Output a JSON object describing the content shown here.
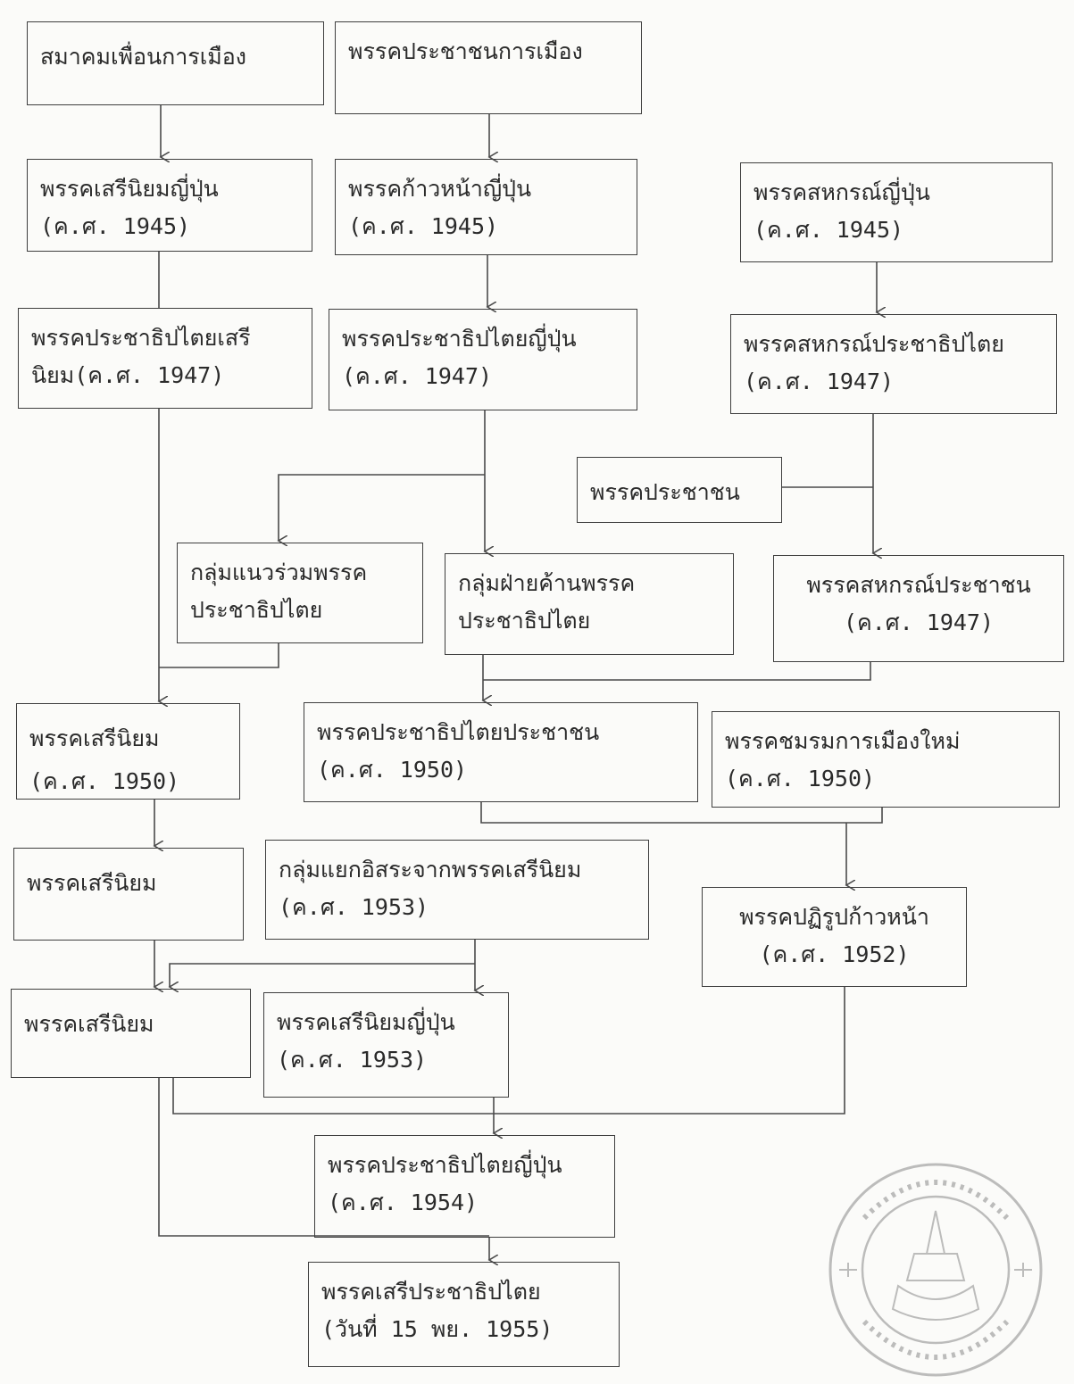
{
  "boxes": {
    "b1": [
      "สมาคมเพื่อนการเมือง"
    ],
    "b2": [
      "พรรคประชาชนการเมือง"
    ],
    "b3": [
      "พรรคเสรีนิยมญี่ปุ่น",
      "(ค.ศ. 1945)"
    ],
    "b4": [
      "พรรคก้าวหน้าญี่ปุ่น",
      "(ค.ศ. 1945)"
    ],
    "b5": [
      "พรรคสหกรณ์ญี่ปุ่น",
      "(ค.ศ. 1945)"
    ],
    "b6": [
      "พรรคประชาธิปไตยเสรี",
      "นิยม(ค.ศ. 1947)"
    ],
    "b7": [
      "พรรคประชาธิปไตยญี่ปุ่น",
      "(ค.ศ. 1947)"
    ],
    "b8": [
      "พรรคสหกรณ์ประชาธิปไตย",
      "(ค.ศ. 1947)"
    ],
    "b9": [
      "พรรคประชาชน"
    ],
    "b10": [
      "กลุ่มแนวร่วมพรรค",
      "ประชาธิปไตย"
    ],
    "b11": [
      "กลุ่มฝ่ายค้านพรรค",
      "ประชาธิปไตย"
    ],
    "b12": [
      "พรรคสหกรณ์ประชาชน",
      "(ค.ศ. 1947)"
    ],
    "b13": [
      "พรรคเสรีนิยม",
      "(ค.ศ. 1950)"
    ],
    "b14": [
      "พรรคประชาธิปไตยประชาชน",
      "(ค.ศ. 1950)"
    ],
    "b15": [
      "พรรคชมรมการเมืองใหม่",
      "(ค.ศ. 1950)"
    ],
    "b16": [
      "พรรคเสรีนิยม"
    ],
    "b17": [
      "กลุ่มแยกอิสระจากพรรคเสรีนิยม",
      "(ค.ศ. 1953)"
    ],
    "b18": [
      "พรรคปฏิรูปก้าวหน้า",
      "(ค.ศ. 1952)"
    ],
    "b19": [
      "พรรคเสรีนิยม"
    ],
    "b20": [
      "พรรคเสรีนิยมญี่ปุ่น",
      "(ค.ศ. 1953)"
    ],
    "b21": [
      "พรรคประชาธิปไตยญี่ปุ่น",
      "(ค.ศ. 1954)"
    ],
    "b22": [
      "พรรคเสรีประชาธิปไตย",
      "(วันที่ 15 พย. 1955)"
    ]
  },
  "colors": {
    "ink": "#2a2a2a",
    "paper": "#fbfbf9",
    "stamp": "#8a8a8a"
  }
}
